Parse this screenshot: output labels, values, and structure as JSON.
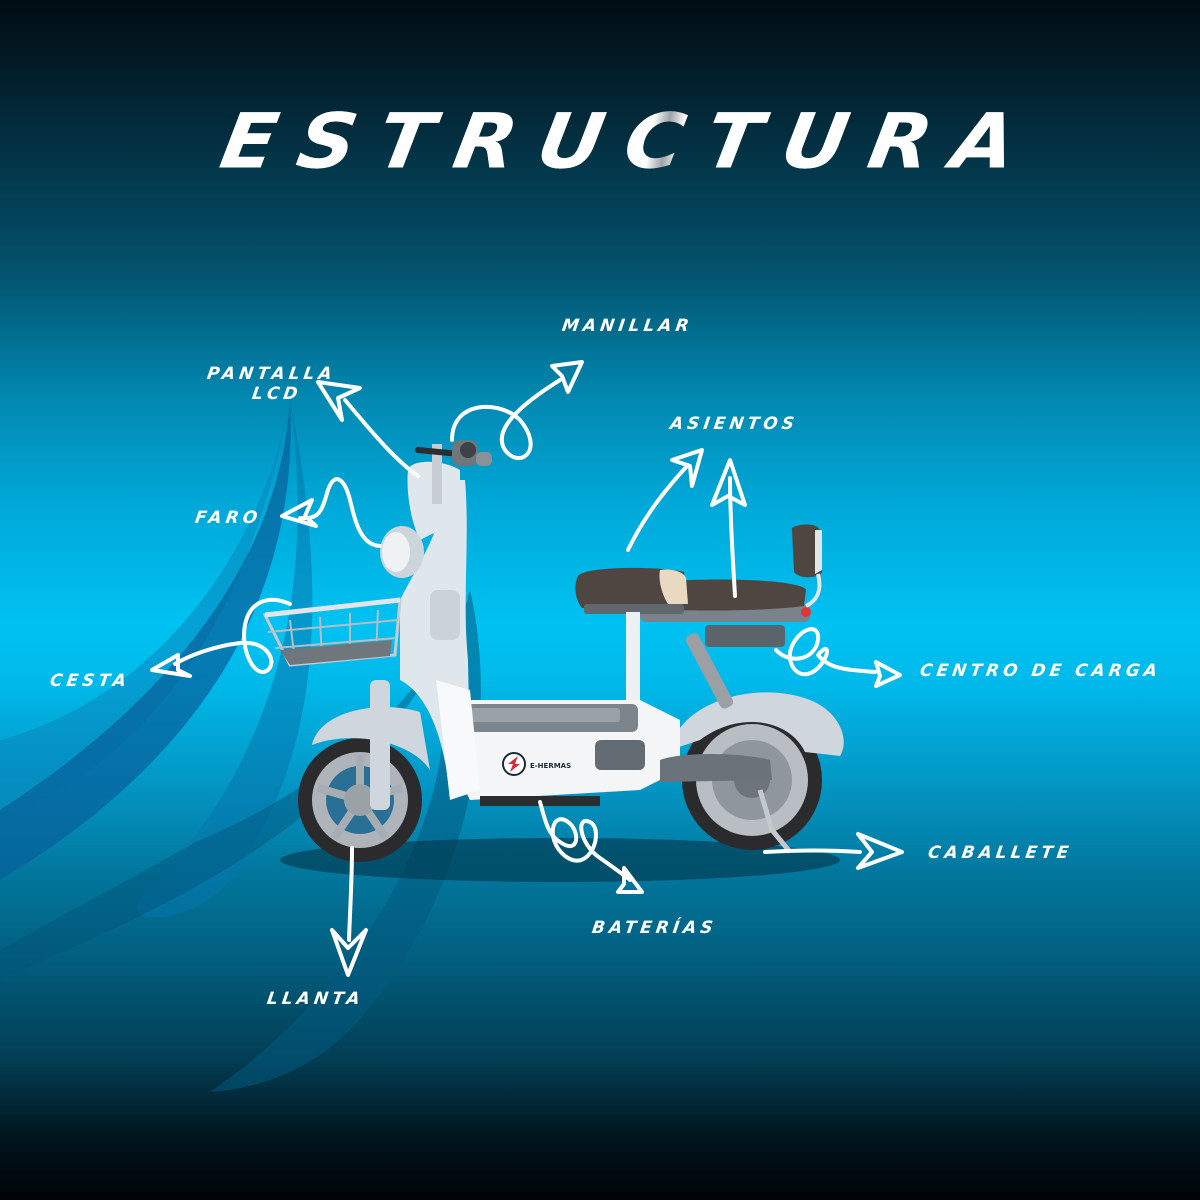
{
  "title": {
    "prefix": "ESTRU",
    "highlight": "C",
    "suffix": "TURA",
    "full": "ESTRUCTURA"
  },
  "labels": {
    "manillar": "MANILLAR",
    "pantalla_line1": "PANTALLA",
    "pantalla_line2": "LCD",
    "asientos": "ASIENTOS",
    "faro": "FARO",
    "cesta": "CESTA",
    "centro_de_carga": "CENTRO DE CARGA",
    "caballete": "CABALLETE",
    "baterias": "BATERÍAS",
    "llanta": "LLANTA"
  },
  "product": {
    "brand": "E-HERMAS",
    "frame_color": "#dfe6ec",
    "seat_color": "#4f4642",
    "accent_color": "#00c2f2"
  }
}
